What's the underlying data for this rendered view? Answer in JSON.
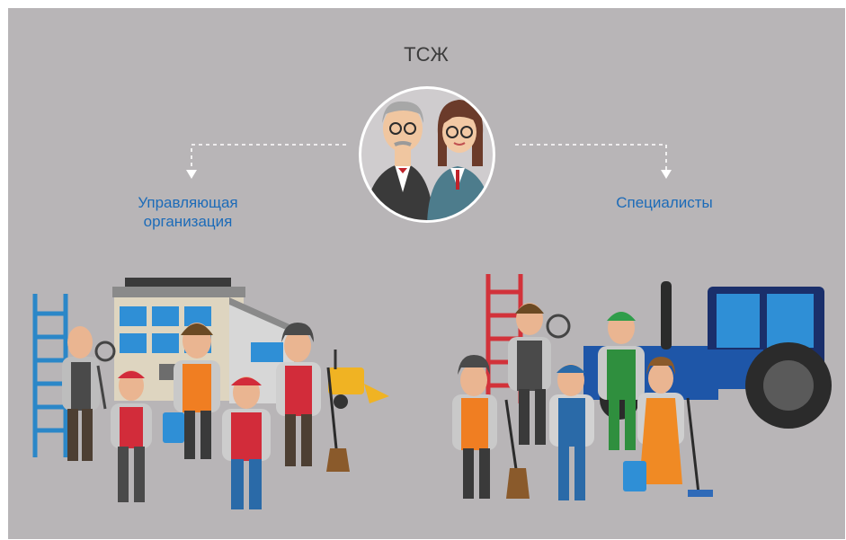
{
  "title": "ТСЖ",
  "left_label": "Управляющая\nорганизация",
  "right_label": "Специалисты",
  "colors": {
    "background": "#b8b5b7",
    "title": "#3c3c3c",
    "label": "#1c6bb8",
    "connector": "#ffffff"
  }
}
